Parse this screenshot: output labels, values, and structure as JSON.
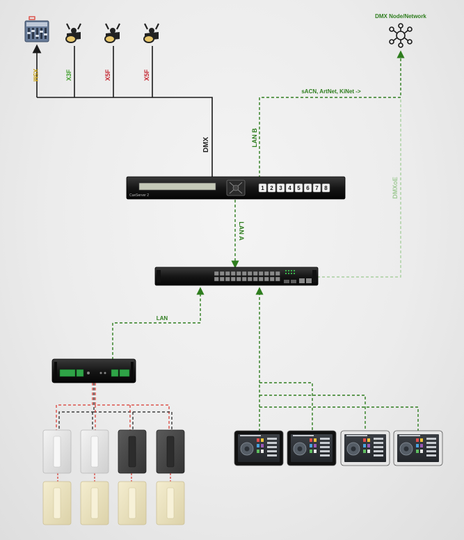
{
  "colors": {
    "dmx_line": "#1a1a1a",
    "network_line": "#2e7d1e",
    "dmxoe_line": "#a9cf9f",
    "label_x5m": "#c8a21a",
    "label_x3f": "#3f9e2c",
    "label_x5f": "#c4252f",
    "label_dmx": "#222222",
    "label_net": "#2e7d1e",
    "label_dmxoe": "#9fc995",
    "cable_red": "#d9342b"
  },
  "labels": {
    "dmx_node": "DMX Node/Network",
    "x5m": "X5M",
    "x3f": "X3F",
    "x5f_1": "X5F",
    "x5f_2": "X5F",
    "dmx": "DMX",
    "lan_b": "LAN B",
    "protocols": "sACN, ArtNet, KiNet ->",
    "lan_a": "LAN A",
    "dmxoe": "DMXoE",
    "lan": "LAN",
    "cueserver_brand": "CueServer 2"
  },
  "cueserver_buttons": [
    "1",
    "2",
    "3",
    "4",
    "5",
    "6",
    "7",
    "8"
  ],
  "icons": {
    "console": "lighting-console-icon",
    "spotlight": "spotlight-icon",
    "network": "network-node-icon"
  }
}
